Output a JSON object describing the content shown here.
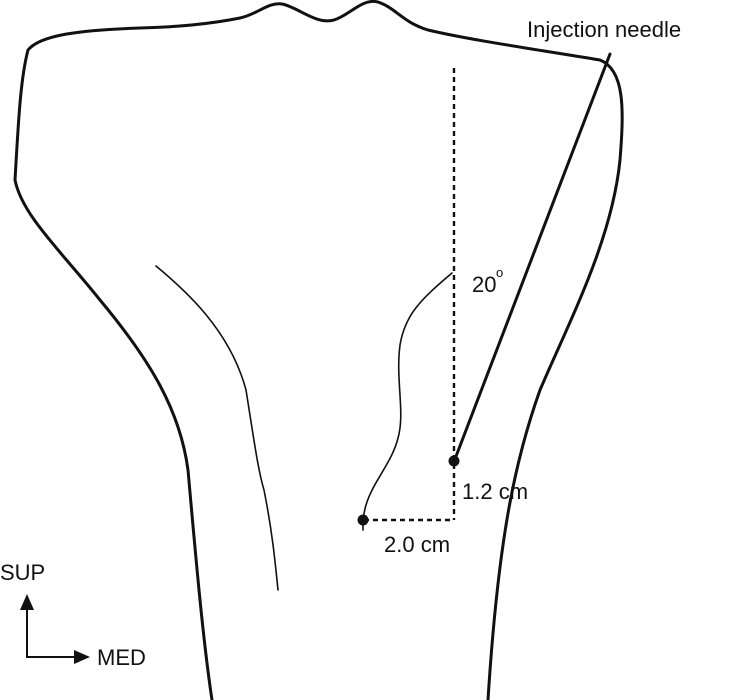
{
  "labels": {
    "injection_needle": "Injection needle",
    "angle": "20",
    "angle_degree": "o",
    "vertical_distance": "1.2 cm",
    "horizontal_distance": "2.0 cm",
    "superior": "SUP",
    "medial": "MED"
  },
  "colors": {
    "stroke": "#111111",
    "background": "#ffffff"
  }
}
